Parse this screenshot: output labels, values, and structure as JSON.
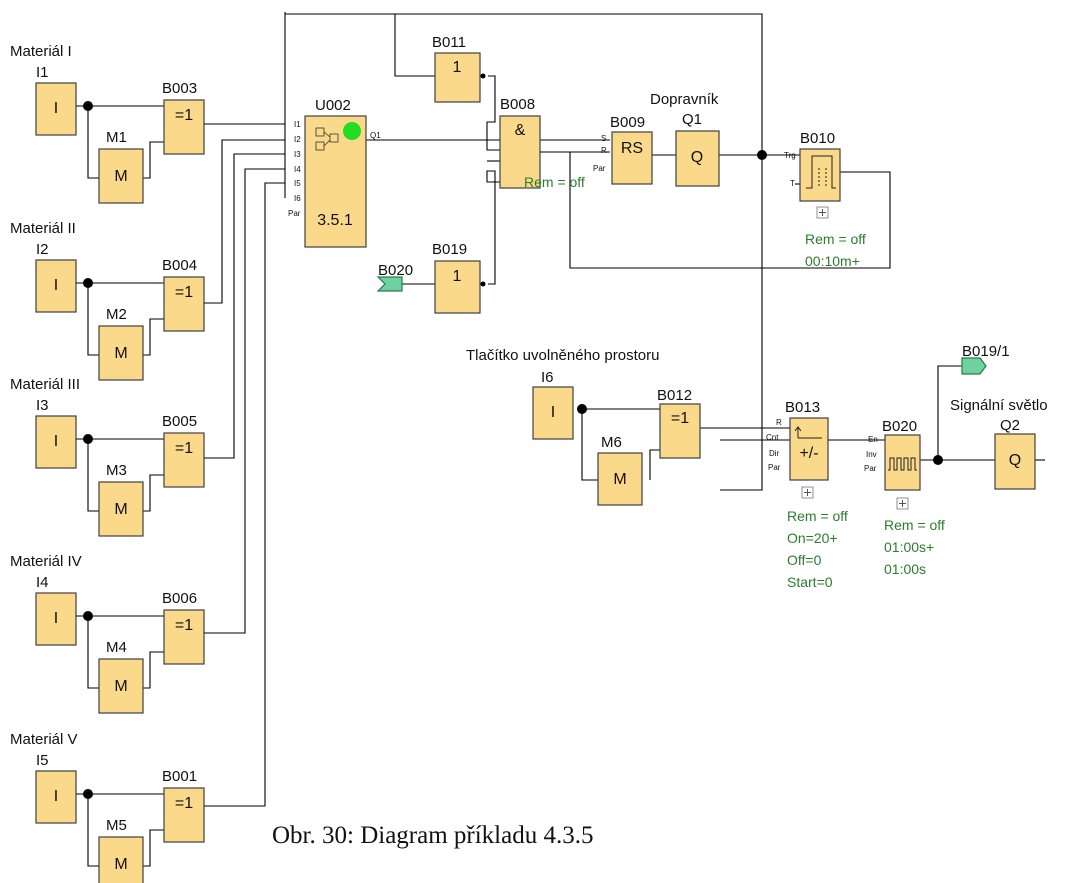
{
  "inputs": [
    {
      "title": "Materiál I",
      "input": "I1",
      "input_symbol": "I",
      "marker": "M1",
      "marker_symbol": "M",
      "xor_block": "B003",
      "xor_symbol": "=1"
    },
    {
      "title": "Materiál II",
      "input": "I2",
      "input_symbol": "I",
      "marker": "M2",
      "marker_symbol": "M",
      "xor_block": "B004",
      "xor_symbol": "=1"
    },
    {
      "title": "Materiál III",
      "input": "I3",
      "input_symbol": "I",
      "marker": "M3",
      "marker_symbol": "M",
      "xor_block": "B005",
      "xor_symbol": "=1"
    },
    {
      "title": "Materiál IV",
      "input": "I4",
      "input_symbol": "I",
      "marker": "M4",
      "marker_symbol": "M",
      "xor_block": "B006",
      "xor_symbol": "=1"
    },
    {
      "title": "Materiál V",
      "input": "I5",
      "input_symbol": "I",
      "marker": "M5",
      "marker_symbol": "M",
      "xor_block": "B001",
      "xor_symbol": "=1"
    }
  ],
  "udf": {
    "name": "U002",
    "value": "3.5.1",
    "pins": [
      "I1",
      "I2",
      "I3",
      "I4",
      "I5",
      "I6",
      "Par"
    ],
    "output_pin": "Q1"
  },
  "b011": {
    "name": "B011",
    "symbol": "1"
  },
  "b019": {
    "name": "B019",
    "symbol": "1"
  },
  "b008": {
    "name": "B008",
    "symbol": "&"
  },
  "b020_flag": {
    "name": "B020"
  },
  "conveyor": {
    "title": "Dopravník"
  },
  "b009": {
    "name": "B009",
    "symbol": "RS",
    "pins": [
      "S",
      "R",
      "Par"
    ],
    "param": "Rem = off"
  },
  "q1": {
    "name": "Q1",
    "symbol": "Q"
  },
  "b010": {
    "name": "B010",
    "pins": [
      "Trg",
      "T"
    ],
    "params": [
      "Rem = off",
      "00:10m+"
    ]
  },
  "button": {
    "title": "Tlačítko uvolněného prostoru",
    "input": "I6",
    "input_symbol": "I",
    "marker": "M6",
    "marker_symbol": "M",
    "xor_block": "B012",
    "xor_symbol": "=1"
  },
  "b013": {
    "name": "B013",
    "symbol": "+/-",
    "pins": [
      "R",
      "Cnt",
      "Dir",
      "Par"
    ],
    "params": [
      "Rem = off",
      "On=20+",
      "Off=0",
      "Start=0"
    ]
  },
  "b020": {
    "name": "B020",
    "pins": [
      "En",
      "Inv",
      "Par"
    ],
    "params": [
      "Rem = off",
      "01:00s+",
      "01:00s"
    ]
  },
  "flag_out": {
    "name": "B019/1"
  },
  "signal": {
    "title": "Signální světlo",
    "name": "Q2",
    "symbol": "Q"
  },
  "caption": "Obr. 30:  Diagram příkladu 4.3.5",
  "colors": {
    "block_fill": "#fbd98a",
    "param_text": "#2c7d2c",
    "status_led": "#22dd22",
    "flag_fill": "#6fd0a0"
  }
}
